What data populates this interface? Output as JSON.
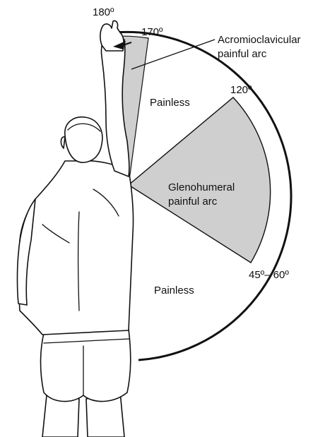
{
  "diagram": {
    "angles": {
      "deg_180": "180º",
      "deg_170": "170º",
      "deg_120": "120º",
      "deg_45_60": "45º– 60º"
    },
    "regions": {
      "acromioclavicular_line1": "Acromioclavicular",
      "acromioclavicular_line2": "painful arc",
      "glenohumeral_line1": "Glenohumeral",
      "glenohumeral_line2": "painful arc",
      "painless_upper": "Painless",
      "painless_lower": "Painless"
    },
    "colors": {
      "painful_fill": "#cfcfcf",
      "outline": "#111111",
      "background": "#ffffff"
    }
  }
}
